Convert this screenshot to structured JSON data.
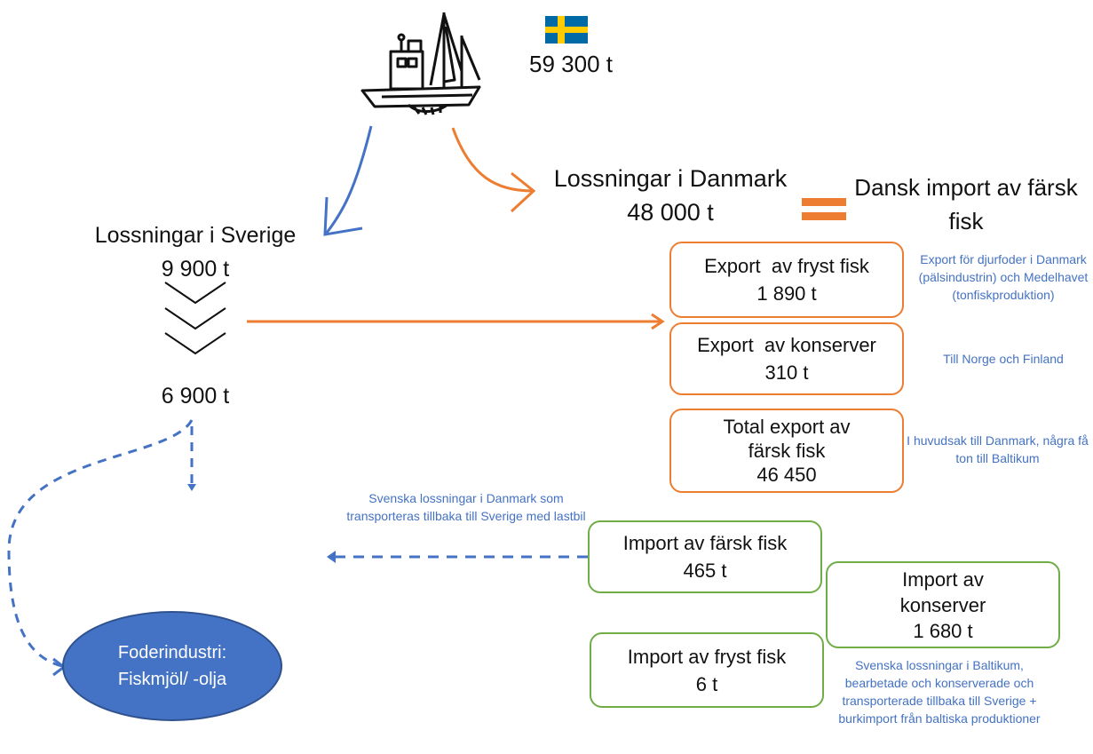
{
  "swedish_catch": "59 300 t",
  "landings_denmark": {
    "title": "Lossningar i Danmark",
    "value": "48 000 t"
  },
  "danish_import": {
    "line1": "Dansk import av färsk",
    "line2": "fisk"
  },
  "landings_sweden": {
    "title": "Lossningar i Sverige",
    "value": "9 900 t"
  },
  "sweden_after": "6 900 t",
  "export_boxes": [
    {
      "line1": "Export  av fryst fisk",
      "line2": "1 890 t"
    },
    {
      "line1": "Export  av konserver",
      "line2": "310 t"
    },
    {
      "line1": "Total export av",
      "line2": "färsk fisk",
      "line3": "46 450"
    }
  ],
  "export_notes": {
    "frozen": "Export för djurfoder i Danmark (pälsindustrin) och Medelhavet (tonfiskproduktion)",
    "canned": "Till Norge och Finland",
    "fresh": "I huvudsak till Danmark, några få ton till Baltikum"
  },
  "import_boxes": {
    "fresh": {
      "line1": "Import av färsk fisk",
      "line2": "465 t"
    },
    "canned": {
      "line1": "Import av",
      "line2": "konserver",
      "line3": "1 680 t"
    },
    "frozen": {
      "line1": "Import av fryst fisk",
      "line2": "6 t"
    }
  },
  "import_notes": {
    "fresh": "Svenska lossningar i Danmark som transporteras tillbaka till Sverige med lastbil",
    "canned": "Svenska lossningar i Baltikum, bearbetade och konserverade och transporterade tillbaka till Sverige + burkimport från baltiska produktioner"
  },
  "feed_industry": {
    "line1": "Foderindustri:",
    "line2": "Fiskmjöl/ -olja"
  },
  "icons": [
    "fishing-boat-icon",
    "swedish-flag-icon",
    "chevron-down-icon"
  ],
  "colors": {
    "orange": "#ED7D31",
    "blue": "#4472C4",
    "green": "#70AD47"
  }
}
